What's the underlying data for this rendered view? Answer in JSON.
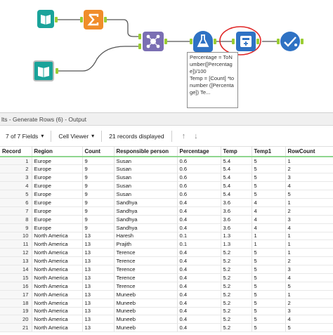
{
  "canvas": {
    "formula_note": {
      "line1": "Percentage = ToNumber([Percentage])/100",
      "line2": "Temp = [Count] *tonumber ([Percentage]) Te..."
    },
    "colors": {
      "input_tool": "#1aa39a",
      "summarize_tool": "#f08d2a",
      "join_tool": "#7b6fb3",
      "formula_tool": "#2f72c4",
      "generate_rows_tool": "#2f72c4",
      "browse_tool": "#2f72c4",
      "highlight_circle": "#e02424",
      "anchor": "#9acd32"
    }
  },
  "results": {
    "title": "lts - Generate Rows (6) - Output",
    "toolbar": {
      "fields_label": "7 of 7 Fields",
      "viewer_label": "Cell Viewer",
      "records_label": "21 records displayed"
    },
    "columns": [
      "Record",
      "Region",
      "Count",
      "Responsible person",
      "Percentage",
      "Temp",
      "Temp1",
      "RowCount"
    ],
    "rows": [
      [
        "1",
        "Europe",
        "9",
        "Susan",
        "0.6",
        "5.4",
        "5",
        "1"
      ],
      [
        "2",
        "Europe",
        "9",
        "Susan",
        "0.6",
        "5.4",
        "5",
        "2"
      ],
      [
        "3",
        "Europe",
        "9",
        "Susan",
        "0.6",
        "5.4",
        "5",
        "3"
      ],
      [
        "4",
        "Europe",
        "9",
        "Susan",
        "0.6",
        "5.4",
        "5",
        "4"
      ],
      [
        "5",
        "Europe",
        "9",
        "Susan",
        "0.6",
        "5.4",
        "5",
        "5"
      ],
      [
        "6",
        "Europe",
        "9",
        "Sandhya",
        "0.4",
        "3.6",
        "4",
        "1"
      ],
      [
        "7",
        "Europe",
        "9",
        "Sandhya",
        "0.4",
        "3.6",
        "4",
        "2"
      ],
      [
        "8",
        "Europe",
        "9",
        "Sandhya",
        "0.4",
        "3.6",
        "4",
        "3"
      ],
      [
        "9",
        "Europe",
        "9",
        "Sandhya",
        "0.4",
        "3.6",
        "4",
        "4"
      ],
      [
        "10",
        "North America",
        "13",
        "Haresh",
        "0.1",
        "1.3",
        "1",
        "1"
      ],
      [
        "11",
        "North America",
        "13",
        "Prajith",
        "0.1",
        "1.3",
        "1",
        "1"
      ],
      [
        "12",
        "North America",
        "13",
        "Terence",
        "0.4",
        "5.2",
        "5",
        "1"
      ],
      [
        "13",
        "North America",
        "13",
        "Terence",
        "0.4",
        "5.2",
        "5",
        "2"
      ],
      [
        "14",
        "North America",
        "13",
        "Terence",
        "0.4",
        "5.2",
        "5",
        "3"
      ],
      [
        "15",
        "North America",
        "13",
        "Terence",
        "0.4",
        "5.2",
        "5",
        "4"
      ],
      [
        "16",
        "North America",
        "13",
        "Terence",
        "0.4",
        "5.2",
        "5",
        "5"
      ],
      [
        "17",
        "North America",
        "13",
        "Muneeb",
        "0.4",
        "5.2",
        "5",
        "1"
      ],
      [
        "18",
        "North America",
        "13",
        "Muneeb",
        "0.4",
        "5.2",
        "5",
        "2"
      ],
      [
        "19",
        "North America",
        "13",
        "Muneeb",
        "0.4",
        "5.2",
        "5",
        "3"
      ],
      [
        "20",
        "North America",
        "13",
        "Muneeb",
        "0.4",
        "5.2",
        "5",
        "4"
      ],
      [
        "21",
        "North America",
        "13",
        "Muneeb",
        "0.4",
        "5.2",
        "5",
        "5"
      ]
    ]
  }
}
